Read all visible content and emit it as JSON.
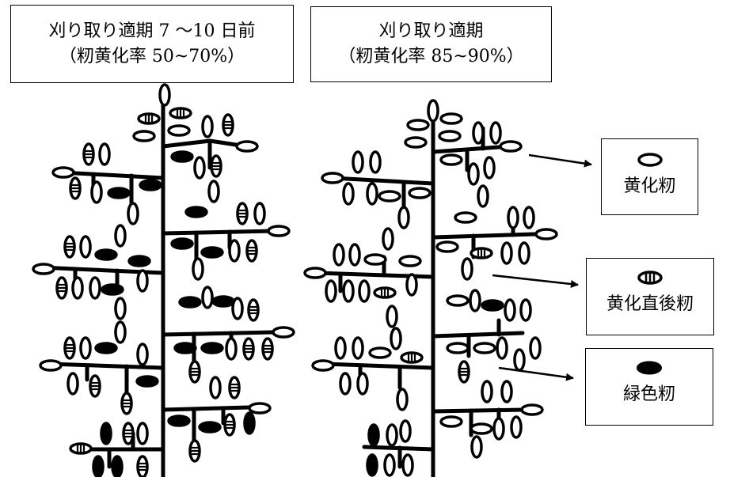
{
  "panels": [
    {
      "title_line1": "刈り取り適期 7 〜10 日前",
      "title_line2": "（籾黄化率 50~70%）"
    },
    {
      "title_line1": "刈り取り適期",
      "title_line2": "（籾黄化率 85~90%）"
    }
  ],
  "legend": [
    {
      "grain_type": "yellow",
      "label": "黄化籾"
    },
    {
      "grain_type": "striped",
      "label": "黄化直後籾"
    },
    {
      "grain_type": "green",
      "label": "緑色籾"
    }
  ],
  "colors": {
    "ink": "#000000",
    "background": "#ffffff"
  }
}
